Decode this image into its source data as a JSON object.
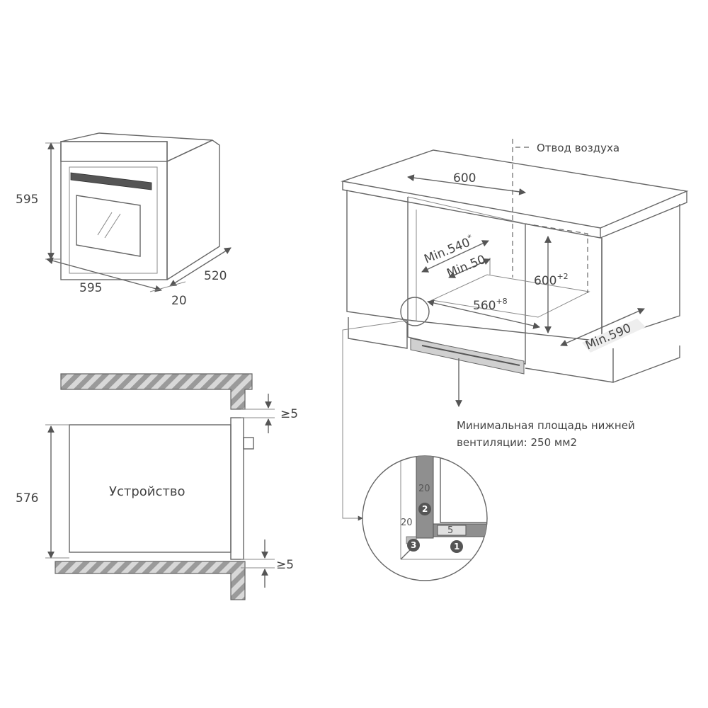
{
  "oven_view": {
    "height_label": "595",
    "width_label": "595",
    "depth_label": "520",
    "front_label": "20"
  },
  "section_view": {
    "height_label": "576",
    "device_label": "Устройство",
    "gap_top_label": "≥5",
    "gap_bottom_label": "≥5"
  },
  "cabinet_view": {
    "air_outlet_label": "Отвод воздуха",
    "width_label": "600",
    "min_depth_label": "Min.540",
    "min_depth_note": "*",
    "min_gap_label": "Min.50",
    "height_label": "600",
    "height_tol": "+2",
    "niche_width_label": "560",
    "niche_width_tol": "+8",
    "min_width_label": "Min.590",
    "ventilation_note_line1": "Минимальная площадь нижней",
    "ventilation_note_line2": "вентиляции: 250 мм2"
  },
  "detail_view": {
    "dim_top": "20",
    "dim_left": "20",
    "dim_bottom": "5",
    "badge_1": "1",
    "badge_2": "2",
    "badge_3": "3"
  },
  "colors": {
    "line": "#666666",
    "hatch_fill": "#9a9a9a",
    "panel_grey": "#8f8f8f",
    "badge": "#555555"
  }
}
